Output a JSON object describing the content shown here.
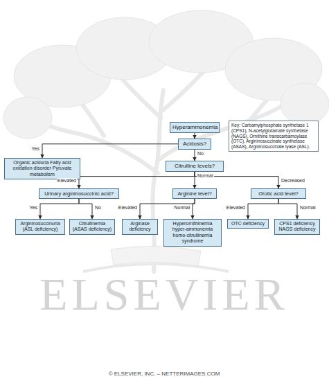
{
  "diagram": {
    "nodes": [
      {
        "text": [
          "Hyperammonemia"
        ]
      },
      {
        "text": [
          "Acidosis?"
        ]
      },
      {
        "text": [
          "Organic aciduria Fatty acid oxidation disorder Pyruvate metabolism"
        ]
      },
      {
        "text": [
          "Citrulline levels?"
        ]
      },
      {
        "text": [
          "Urinary argininosuccinic acid?"
        ]
      },
      {
        "text": [
          "Arginine level?"
        ]
      },
      {
        "text": [
          "Orotic acid level?"
        ]
      },
      {
        "text": [
          "Argininosuccinuria (ASL deficiency)"
        ]
      },
      {
        "text": [
          "Citrullinemia (ASAS deficiency)"
        ]
      },
      {
        "text": [
          "Arginase deficiency"
        ]
      },
      {
        "text": [
          "Hyperornithinemia hyper-ammonemia homo-citrullinemia syndrome"
        ]
      },
      {
        "text": [
          "OTC deficiency"
        ]
      },
      {
        "text": [
          "CPS1 deficiency NAGS deficiency"
        ]
      },
      {
        "text": [
          "Key: Carbamylphosphate synthetase 1 (CPS1), N-acetylglutamate synthetase (NAGS), Ornithine transcarbamoylase (OTC), Argininosuccinate synthetase (ASAS), Argininosuccinate lyase (ASL)."
        ]
      }
    ],
    "edges": [
      {
        "from": 0,
        "to": 1,
        "arrow": "to"
      },
      {
        "from": 1,
        "to": 2,
        "label": "Yes",
        "arrow": "to"
      },
      {
        "from": 1,
        "to": 3,
        "label": "No",
        "arrow": "to"
      },
      {
        "from": 3,
        "to": 4,
        "label": "Elevated",
        "arrow": "to"
      },
      {
        "from": 3,
        "to": 5,
        "label": "Normal",
        "arrow": "to"
      },
      {
        "from": 3,
        "to": 6,
        "label": "Decreased",
        "arrow": "to"
      },
      {
        "from": 4,
        "to": 7,
        "label": "Yes",
        "arrow": "to"
      },
      {
        "from": 4,
        "to": 8,
        "label": "No",
        "arrow": "to"
      },
      {
        "from": 5,
        "to": 9,
        "label": "Elevated",
        "arrow": "to"
      },
      {
        "from": 5,
        "to": 10,
        "label": "Normal",
        "arrow": "to"
      },
      {
        "from": 6,
        "to": 11,
        "label": "Elevated",
        "arrow": "to"
      },
      {
        "from": 6,
        "to": 12,
        "label": "Normal",
        "arrow": "to"
      }
    ],
    "labels": [
      "ELSEVIER",
      "© ELSEVIER, INC. – NETTERIMAGES.COM"
    ]
  }
}
